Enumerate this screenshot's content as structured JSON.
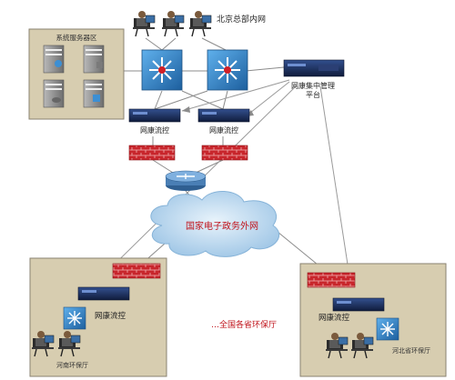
{
  "labels": {
    "hq_network": "北京总部内网",
    "server_zone": "系统服务器区",
    "mgmt_platform_line1": "网康集中管理",
    "mgmt_platform_line2": "平台",
    "flow_ctrl_1": "网康流控",
    "flow_ctrl_2": "网康流控",
    "egov_network": "国家电子政务外网",
    "flow_ctrl_henan": "网康流控",
    "flow_ctrl_hebei": "网康流控",
    "nationwide": "…全国各省环保厅",
    "henan_bureau": "河南环保厅",
    "hebei_bureau": "河北省环保厅"
  },
  "colors": {
    "zone_fill": "#d7cdb0",
    "zone_border": "#8a8270",
    "switch_blue": "#2e7fc4",
    "device_dark": "#1b2d5a",
    "firewall_red": "#c8262c",
    "router_blue": "#4a7fb5",
    "cloud_fill": "#bcd9ef",
    "label_red": "#c0141c",
    "link_gray": "#8c8c8c"
  }
}
